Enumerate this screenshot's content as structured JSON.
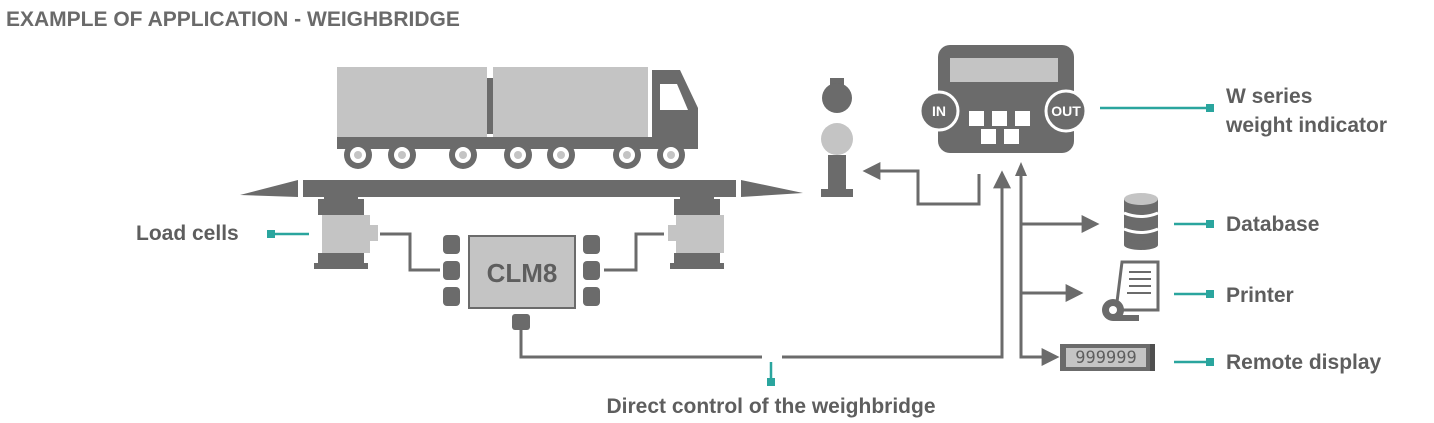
{
  "title": "EXAMPLE OF APPLICATION - WEIGHBRIDGE",
  "labels": {
    "load_cells": "Load cells",
    "clm8": "CLM8",
    "indicator_line1": "W series",
    "indicator_line2": "weight indicator",
    "in": "IN",
    "out": "OUT",
    "database": "Database",
    "printer": "Printer",
    "remote_display": "Remote display",
    "remote_digits": "999999",
    "direct_control": "Direct control of the weighbridge"
  },
  "colors": {
    "dark": "#6b6b6b",
    "light": "#c4c4c4",
    "accent": "#2aa59e",
    "text": "#5e5e5e"
  },
  "icons": [
    "truck-icon",
    "traffic-light-icon",
    "weight-indicator-icon",
    "database-icon",
    "printer-icon",
    "remote-display-icon",
    "load-cell-icon",
    "junction-box-icon"
  ]
}
